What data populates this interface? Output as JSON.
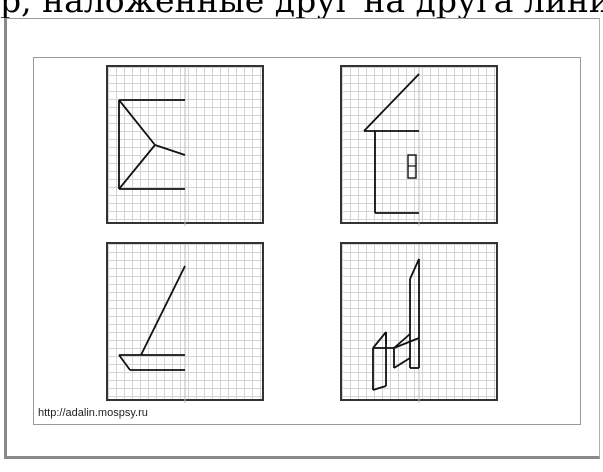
{
  "header": {
    "text": "р, наложенные друг на друга линии и"
  },
  "credit": {
    "url": "http://adalin.mospsy.ru"
  },
  "panels": [
    {
      "id": "top-left",
      "content": "envelope-shape"
    },
    {
      "id": "top-right",
      "content": "house-shape"
    },
    {
      "id": "bottom-left",
      "content": "sailboat-shape"
    },
    {
      "id": "bottom-right",
      "content": "chair-shape"
    }
  ],
  "colors": {
    "grid": "#d4d4d4",
    "border": "#333333",
    "line": "#111111"
  }
}
